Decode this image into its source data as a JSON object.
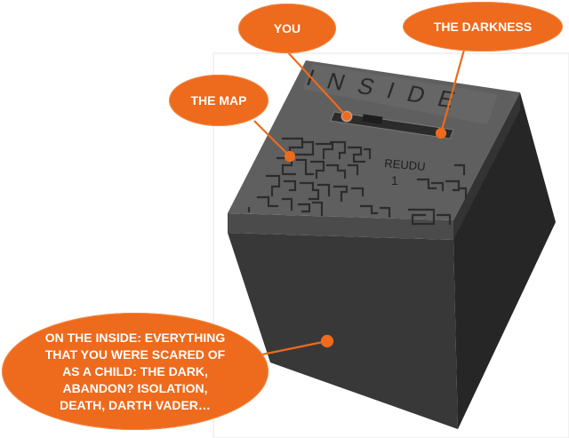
{
  "labels": {
    "you": "YOU",
    "darkness": "THE DARKNESS",
    "map": "THE MAP",
    "inside_lines": [
      "ON THE INSIDE: EVERYTHING",
      "THAT YOU WERE SCARED OF",
      "AS A CHILD: THE DARK,",
      "ABANDON? ISOLATION,",
      "DEATH, DARTH VADER…"
    ]
  },
  "cube": {
    "title": "INSIDE",
    "name": "REUDU",
    "number": "1"
  },
  "colors": {
    "bubble": "#ee6a1c",
    "leader": "#ee6a1c",
    "cube_top": "#5e5e5e",
    "cube_left": "#3a3a3a",
    "cube_right": "#282828"
  }
}
